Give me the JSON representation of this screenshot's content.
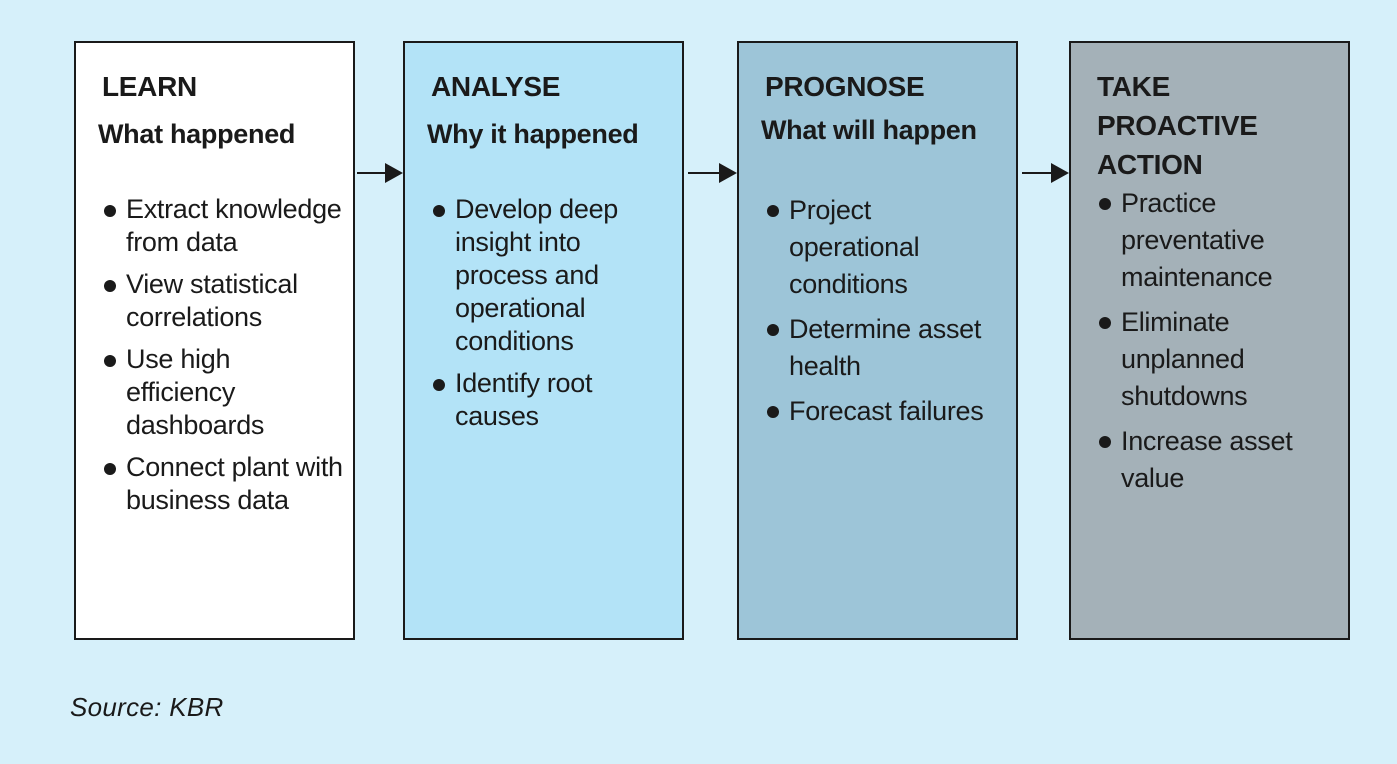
{
  "stages": [
    {
      "heading": "LEARN",
      "subheading": "What happened",
      "bullets": [
        "Extract knowledge from data",
        "View statistical correlations",
        "Use high efficiency dashboards",
        "Connect plant with business data"
      ]
    },
    {
      "heading": "ANALYSE",
      "subheading": "Why it happened",
      "bullets": [
        "Develop deep insight into process and operational conditions",
        "Identify root causes"
      ]
    },
    {
      "heading": "PROGNOSE",
      "subheading": "What will happen",
      "bullets": [
        "Project operational conditions",
        "Determine asset health",
        "Forecast failures"
      ]
    },
    {
      "heading": "TAKE PROACTIVE ACTION",
      "subheading": "",
      "bullets": [
        "Practice preventative maintenance",
        "Eliminate unplanned shutdowns",
        "Increase asset value"
      ]
    }
  ],
  "source": "Source: KBR",
  "colors": {
    "background": "#d6f0fa",
    "learn": "#ffffff",
    "analyse": "#b3e3f7",
    "prognose": "#9dc5d8",
    "action": "#a4b1b8",
    "ink": "#1a1a1a"
  }
}
